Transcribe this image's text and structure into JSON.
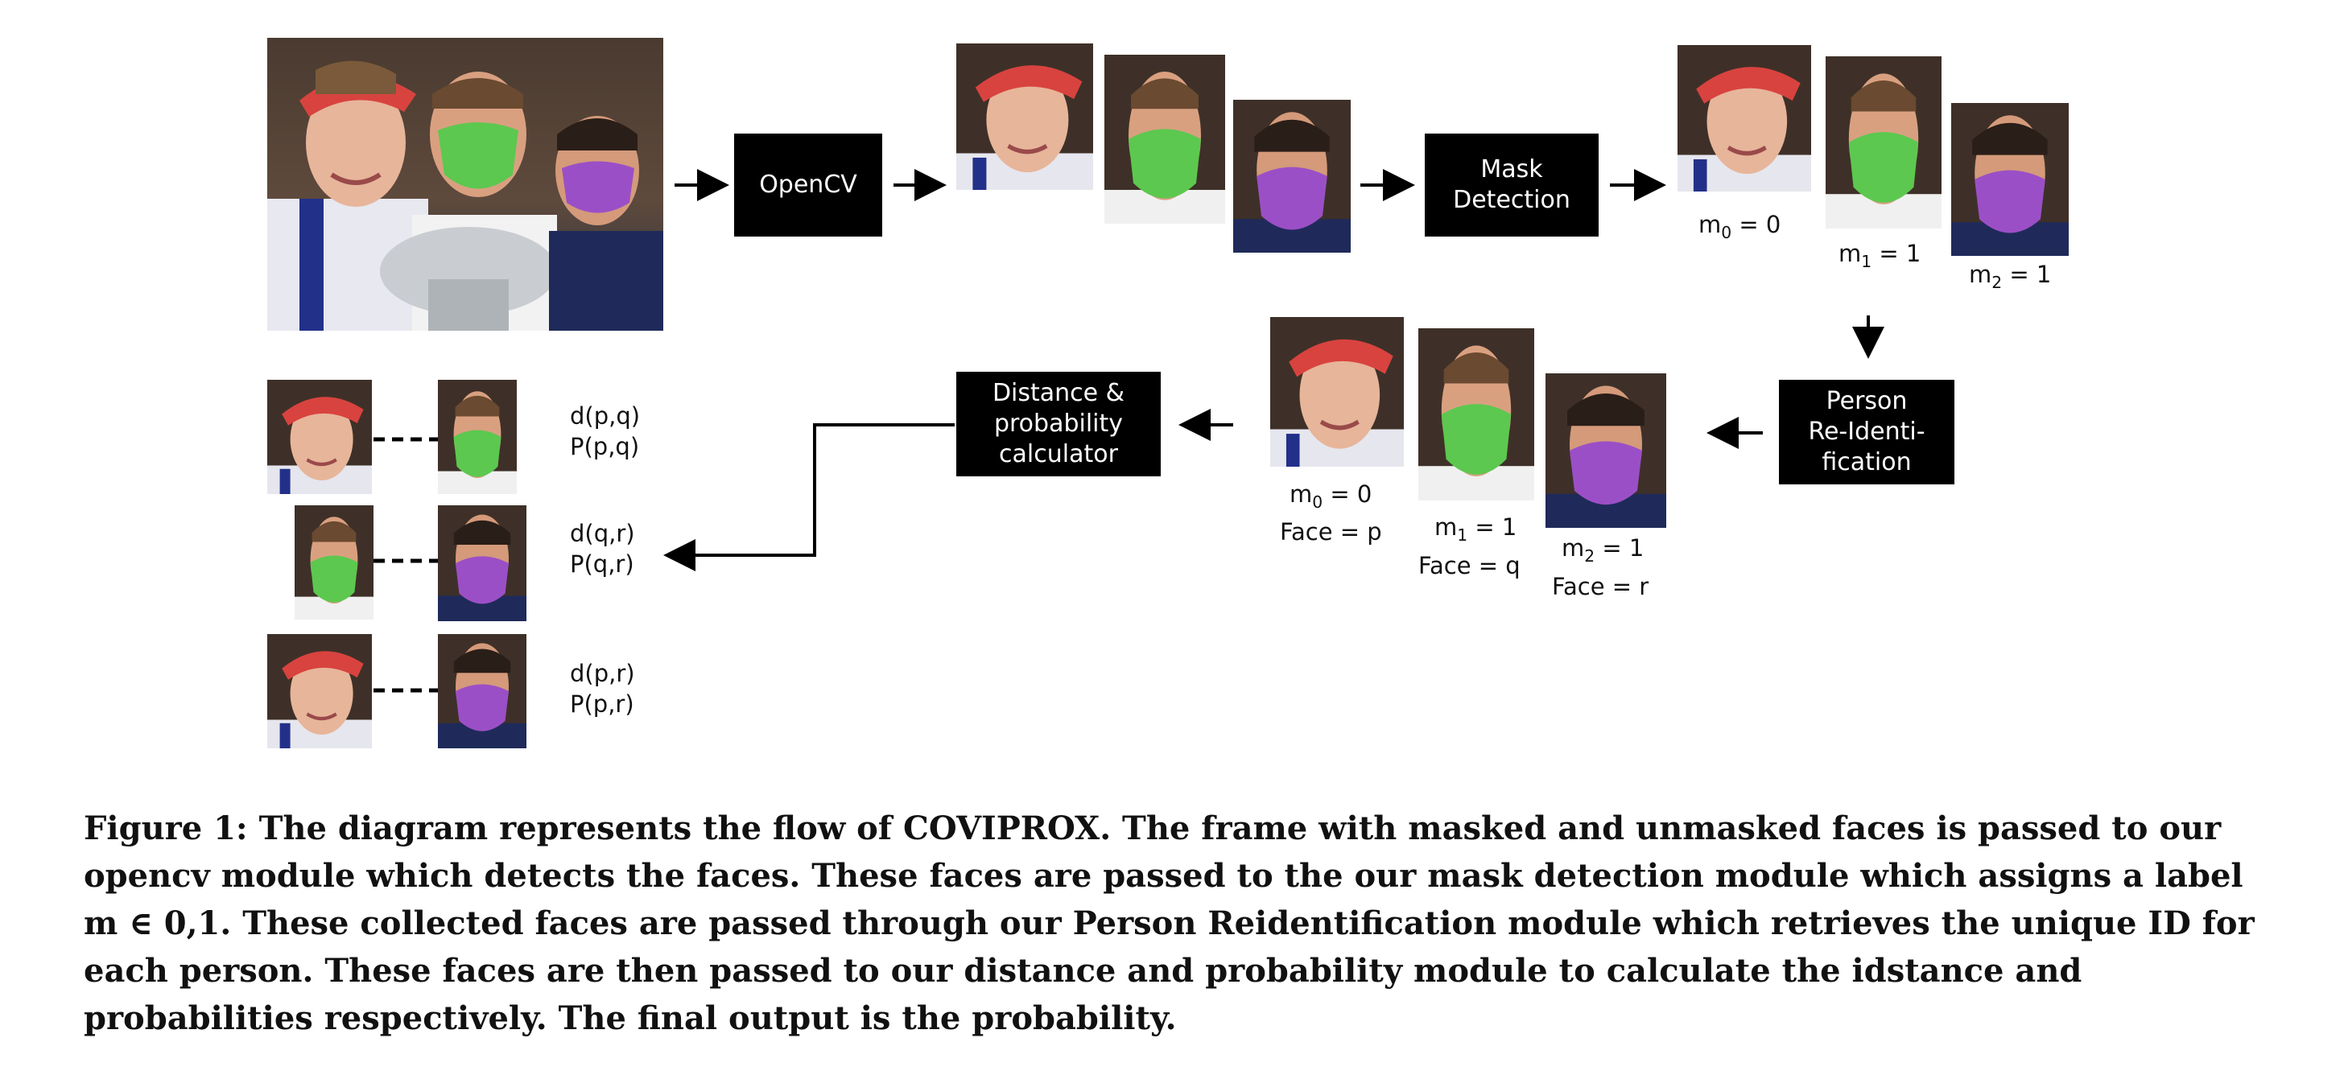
{
  "diagram": {
    "opencv_label": "OpenCV",
    "mask_detection_label_1": "Mask",
    "mask_detection_label_2": "Detection",
    "reid_label_1": "Person",
    "reid_label_2": "Re-Identi-",
    "reid_label_3": "fication",
    "calc_label_1": "Distance &",
    "calc_label_2": "probability",
    "calc_label_3": "calculator",
    "mask_labels": [
      {
        "m": "m",
        "sub": "0",
        "eq": " = 0"
      },
      {
        "m": "m",
        "sub": "1",
        "eq": " = 1"
      },
      {
        "m": "m",
        "sub": "2",
        "eq": " = 1"
      }
    ],
    "face_labels": [
      "Face = p",
      "Face = q",
      "Face = r"
    ],
    "pairs": [
      {
        "d": "d(p,q)",
        "p": "P(p,q)"
      },
      {
        "d": "d(q,r)",
        "p": "P(q,r)"
      },
      {
        "d": "d(p,r)",
        "p": "P(p,r)"
      }
    ]
  },
  "caption": "Figure 1: The diagram represents the flow of COVIPROX. The frame with masked and unmasked faces is passed to our opencv module which detects the faces. These faces are passed to the our mask detection module which assigns a label m ∈ 0,1. These collected faces are passed through our Person Reidentification module which retrieves the unique ID for each person. These faces are then passed to our distance and probability module to calculate the idstance and probabilities respectively. The final output is the probability.",
  "colors": {
    "green_mask": "#5cc84f",
    "purple_mask": "#9b4fc6",
    "box": "#000000"
  }
}
